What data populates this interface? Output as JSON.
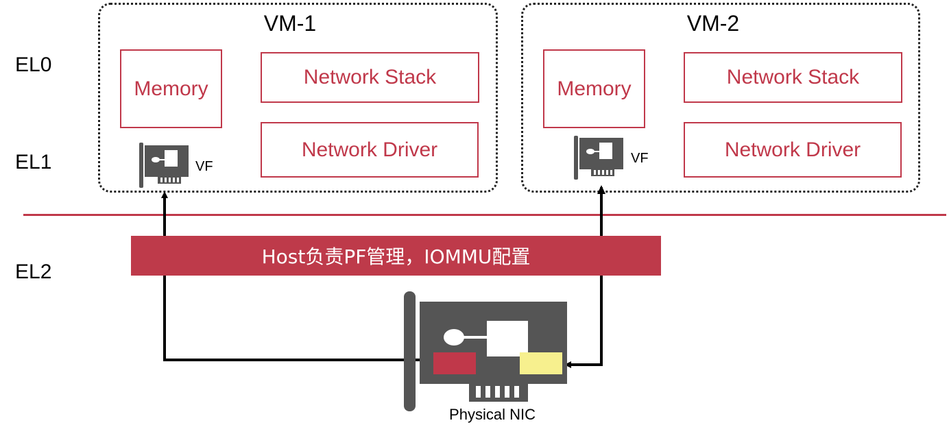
{
  "levels": {
    "el0": "EL0",
    "el1": "EL1",
    "el2": "EL2"
  },
  "vm1": {
    "title": "VM-1",
    "memory": "Memory",
    "network_stack": "Network Stack",
    "network_driver": "Network Driver",
    "vf": "VF"
  },
  "vm2": {
    "title": "VM-2",
    "memory": "Memory",
    "network_stack": "Network Stack",
    "network_driver": "Network Driver",
    "vf": "VF"
  },
  "host": {
    "label": "Host负责PF管理，IOMMU配置"
  },
  "nic": {
    "label": "Physical NIC"
  },
  "colors": {
    "accent": "#c0384a",
    "card": "#555555",
    "port_vm1": "#c0384a",
    "port_vm2": "#f7f08e"
  }
}
